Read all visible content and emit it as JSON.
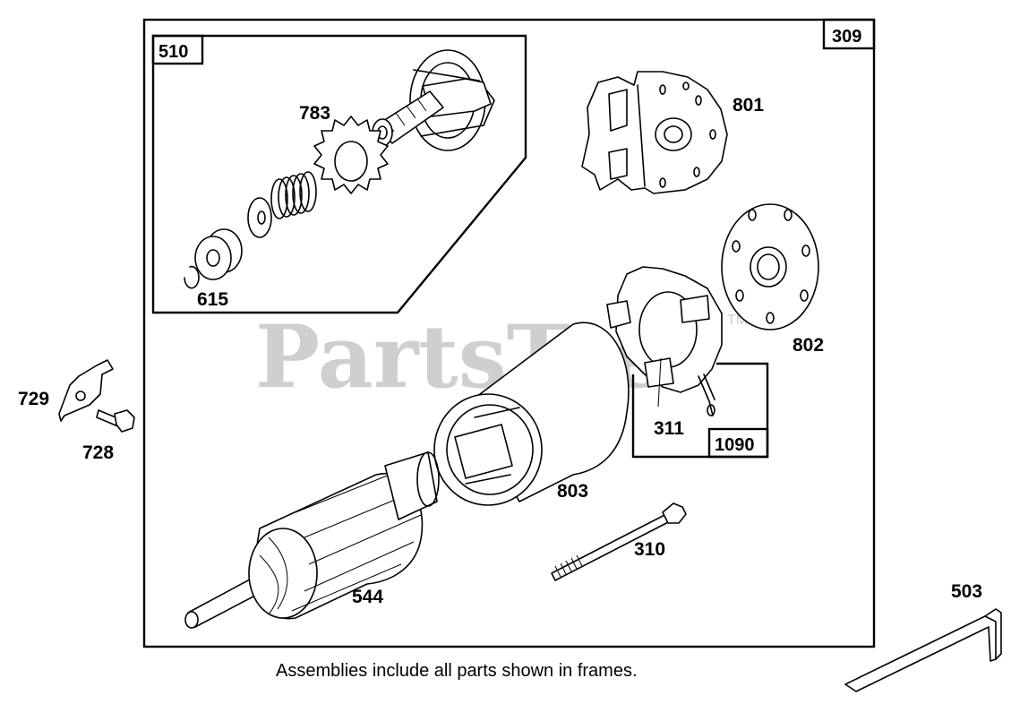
{
  "watermark": {
    "text": "PartsTre",
    "tm": "TM"
  },
  "frames": {
    "outer": "309",
    "gear": "510",
    "brush": "1090"
  },
  "parts": {
    "p783": "783",
    "p615": "615",
    "p801": "801",
    "p802": "802",
    "p311": "311",
    "p803": "803",
    "p310": "310",
    "p544": "544",
    "p729": "729",
    "p728": "728",
    "p503": "503"
  },
  "caption": "Assemblies include all parts shown in frames."
}
